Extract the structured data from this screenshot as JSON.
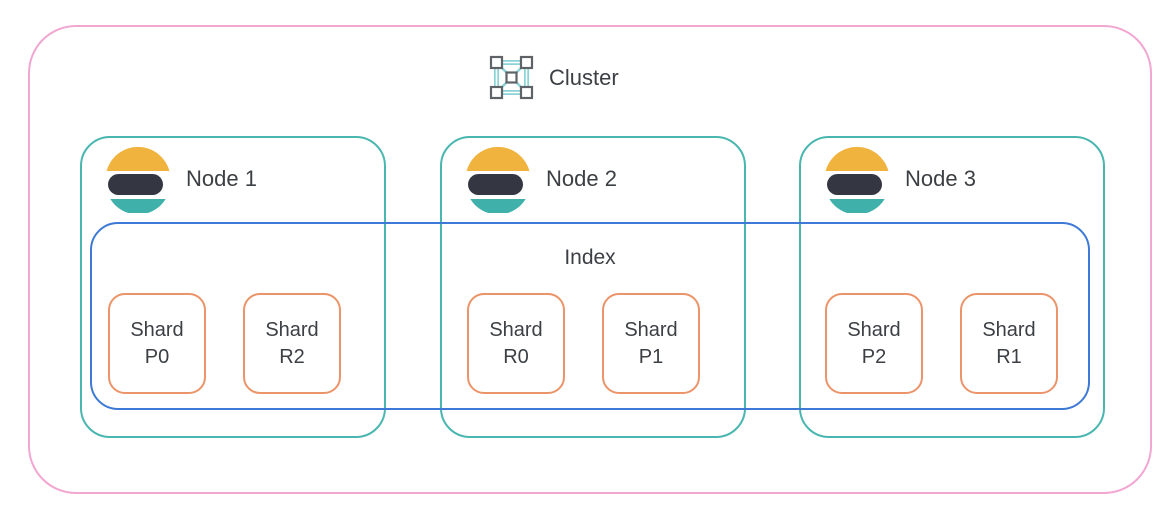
{
  "cluster": {
    "label": "Cluster",
    "icon": "cluster-network-icon"
  },
  "index": {
    "label": "Index"
  },
  "nodes": [
    {
      "label": "Node 1",
      "icon": "elasticsearch-logo-icon",
      "shards": [
        {
          "name": "Shard",
          "id": "P0"
        },
        {
          "name": "Shard",
          "id": "R2"
        }
      ]
    },
    {
      "label": "Node 2",
      "icon": "elasticsearch-logo-icon",
      "shards": [
        {
          "name": "Shard",
          "id": "R0"
        },
        {
          "name": "Shard",
          "id": "P1"
        }
      ]
    },
    {
      "label": "Node 3",
      "icon": "elasticsearch-logo-icon",
      "shards": [
        {
          "name": "Shard",
          "id": "P2"
        },
        {
          "name": "Shard",
          "id": "R1"
        }
      ]
    }
  ],
  "colors": {
    "cluster_border": "#f2a6d2",
    "node_border": "#49b6b0",
    "index_border": "#3e79d6",
    "shard_border": "#ec9469",
    "text_color": "#3c3f44",
    "logo_yellow": "#f0b33d",
    "logo_dark": "#343741",
    "logo_teal": "#3fb1aa",
    "icon_line": "#8ad3d6",
    "icon_node": "#5f6368"
  }
}
